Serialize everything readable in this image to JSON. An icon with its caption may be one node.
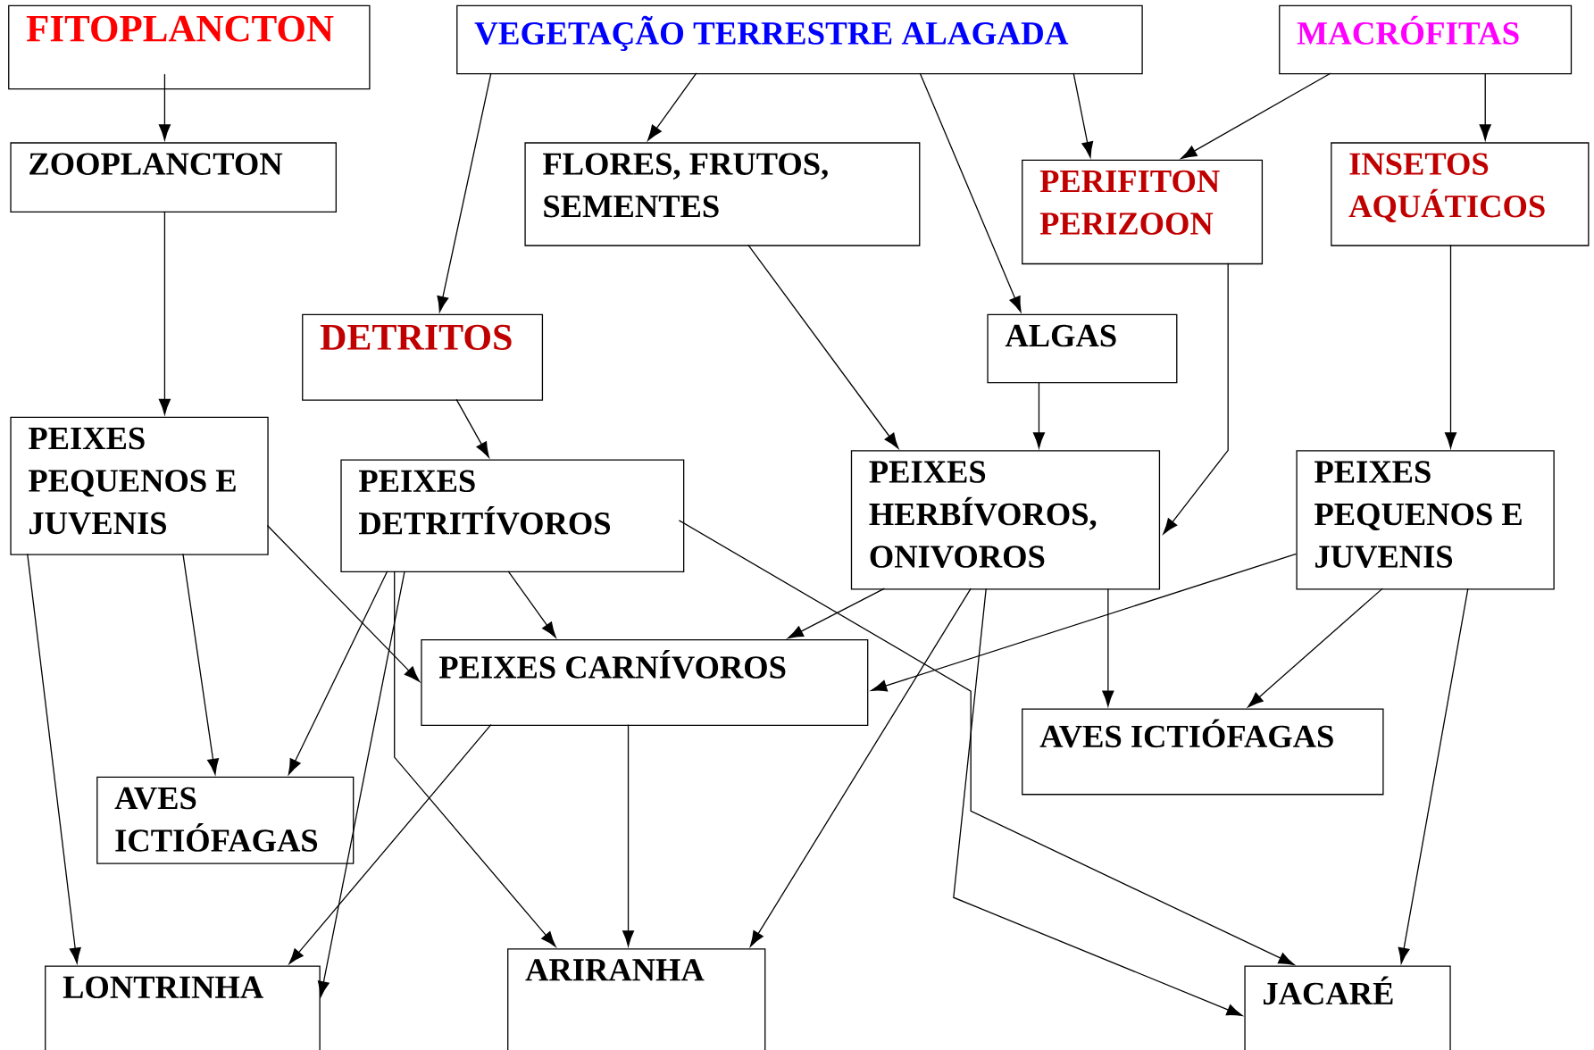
{
  "diagram": {
    "nodes": [
      {
        "text": [
          "FITOPLANCTON"
        ]
      },
      {
        "text": [
          "VEGETAÇÃO TERRESTRE ALAGADA"
        ]
      },
      {
        "text": [
          "MACRÓFITAS"
        ]
      },
      {
        "text": [
          "ZOOPLANCTON"
        ]
      },
      {
        "text": [
          "FLORES, FRUTOS, SEMENTES"
        ]
      },
      {
        "text": [
          "PERIFITON PERIZOON"
        ]
      },
      {
        "text": [
          "INSETOS AQUÁTICOS"
        ]
      },
      {
        "text": [
          "DETRITOS"
        ]
      },
      {
        "text": [
          "ALGAS"
        ]
      },
      {
        "text": [
          "PEIXES PEQUENOS E JUVENIS"
        ]
      },
      {
        "text": [
          "PEIXES DETRITÍVOROS"
        ]
      },
      {
        "text": [
          "PEIXES HERBÍVOROS, ONIVOROS"
        ]
      },
      {
        "text": [
          "PEIXES PEQUENOS E JUVENIS"
        ]
      },
      {
        "text": [
          "PEIXES CARNÍVOROS"
        ]
      },
      {
        "text": [
          "AVES ICTIÓFAGAS"
        ]
      },
      {
        "text": [
          "AVES ICTIÓFAGAS"
        ]
      },
      {
        "text": [
          "LONTRINHA"
        ]
      },
      {
        "text": [
          "ARIRANHA"
        ]
      },
      {
        "text": [
          "JACARÉ"
        ]
      }
    ],
    "edges": [
      {
        "from": 0,
        "to": 3,
        "arrow": "to"
      },
      {
        "from": 1,
        "to": 4,
        "arrow": "to"
      },
      {
        "from": 1,
        "to": 7,
        "arrow": "to"
      },
      {
        "from": 1,
        "to": 8,
        "arrow": "to"
      },
      {
        "from": 1,
        "to": 5,
        "arrow": "to"
      },
      {
        "from": 2,
        "to": 5,
        "arrow": "to"
      },
      {
        "from": 2,
        "to": 6,
        "arrow": "to"
      },
      {
        "from": 3,
        "to": 9,
        "arrow": "to"
      },
      {
        "from": 4,
        "to": 11,
        "arrow": "to"
      },
      {
        "from": 5,
        "to": 11,
        "arrow": "to"
      },
      {
        "from": 6,
        "to": 12,
        "arrow": "to"
      },
      {
        "from": 7,
        "to": 10,
        "arrow": "to"
      },
      {
        "from": 8,
        "to": 11,
        "arrow": "to"
      },
      {
        "from": 9,
        "to": 13,
        "arrow": "to"
      },
      {
        "from": 9,
        "to": 15,
        "arrow": "to"
      },
      {
        "from": 9,
        "to": 16,
        "arrow": "to"
      },
      {
        "from": 10,
        "to": 13,
        "arrow": "to"
      },
      {
        "from": 10,
        "to": 15,
        "arrow": "to"
      },
      {
        "from": 10,
        "to": 16,
        "arrow": "to"
      },
      {
        "from": 10,
        "to": 17,
        "arrow": "to"
      },
      {
        "from": 10,
        "to": 18,
        "arrow": "to"
      },
      {
        "from": 11,
        "to": 13,
        "arrow": "to"
      },
      {
        "from": 11,
        "to": 17,
        "arrow": "to"
      },
      {
        "from": 11,
        "to": 14,
        "arrow": "to"
      },
      {
        "from": 11,
        "to": 18,
        "arrow": "to"
      },
      {
        "from": 12,
        "to": 13,
        "arrow": "to"
      },
      {
        "from": 12,
        "to": 14,
        "arrow": "to"
      },
      {
        "from": 12,
        "to": 18,
        "arrow": "to"
      },
      {
        "from": 13,
        "to": 16,
        "arrow": "to"
      },
      {
        "from": 13,
        "to": 17,
        "arrow": "to"
      }
    ]
  }
}
